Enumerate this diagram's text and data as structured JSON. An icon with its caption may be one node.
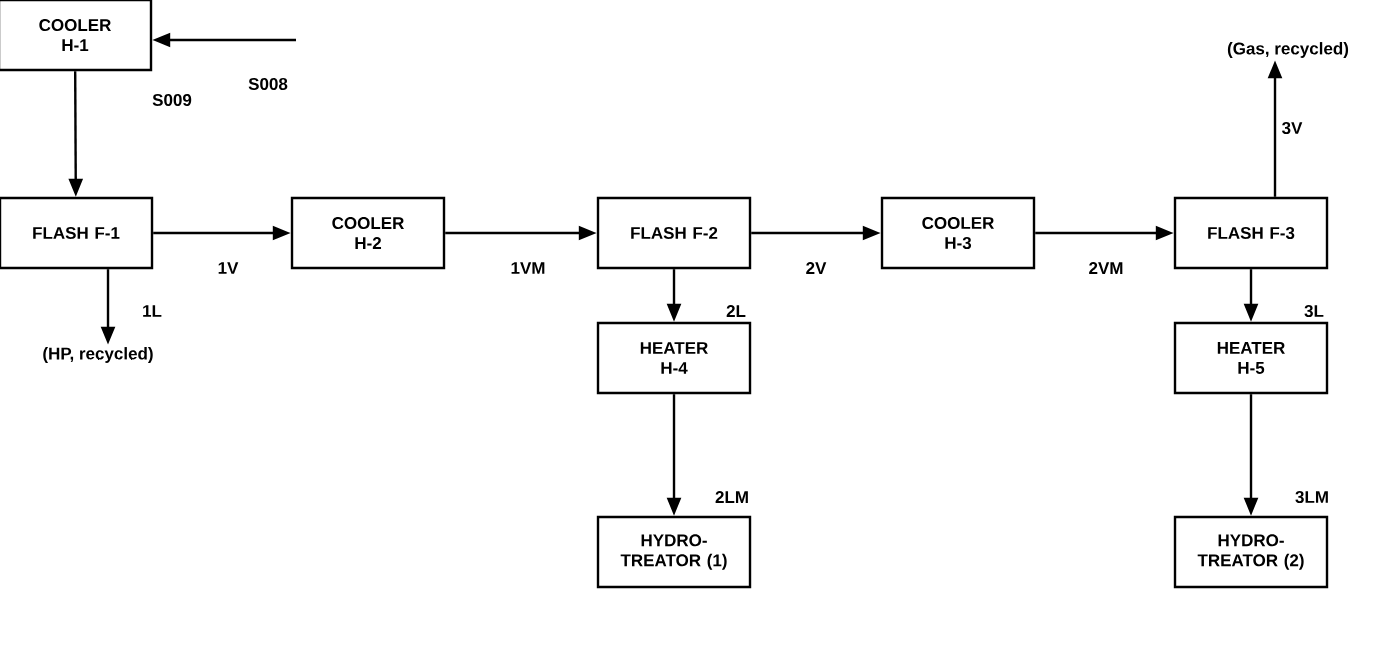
{
  "diagram": {
    "nodes": [
      {
        "text": [
          "COOLER H-1"
        ]
      },
      {
        "text": [
          "FLASH F-1"
        ]
      },
      {
        "text": [
          "COOLER H-2"
        ]
      },
      {
        "text": [
          "FLASH F-2"
        ]
      },
      {
        "text": [
          "COOLER H-3"
        ]
      },
      {
        "text": [
          "FLASH F-3"
        ]
      },
      {
        "text": [
          "HEATER H-4"
        ]
      },
      {
        "text": [
          "HYDRO- TREATOR (1)"
        ]
      },
      {
        "text": [
          "HEATER H-5"
        ]
      },
      {
        "text": [
          "HYDRO- TREATOR (2)"
        ]
      },
      {
        "text": [
          "(HP, recycled)"
        ]
      },
      {
        "text": [
          "(Gas, recycled)"
        ]
      }
    ],
    "edges": [
      {
        "from": null,
        "to": 0,
        "arrow": "to",
        "label": "S008"
      },
      {
        "from": 0,
        "to": 1,
        "arrow": "to",
        "label": "S009"
      },
      {
        "from": 1,
        "to": 2,
        "arrow": "to",
        "label": "1V"
      },
      {
        "from": 2,
        "to": 3,
        "arrow": "to",
        "label": "1VM"
      },
      {
        "from": 3,
        "to": 4,
        "arrow": "to",
        "label": "2V"
      },
      {
        "from": 4,
        "to": 5,
        "arrow": "to",
        "label": "2VM"
      },
      {
        "from": 1,
        "to": 10,
        "arrow": "to",
        "label": "1L"
      },
      {
        "from": 3,
        "to": 6,
        "arrow": "to",
        "label": "2L"
      },
      {
        "from": 6,
        "to": 7,
        "arrow": "to",
        "label": "2LM"
      },
      {
        "from": 5,
        "to": 11,
        "arrow": "to",
        "label": "3V"
      },
      {
        "from": 5,
        "to": 8,
        "arrow": "to",
        "label": "3L"
      },
      {
        "from": 8,
        "to": 9,
        "arrow": "to",
        "label": "3LM"
      }
    ]
  }
}
